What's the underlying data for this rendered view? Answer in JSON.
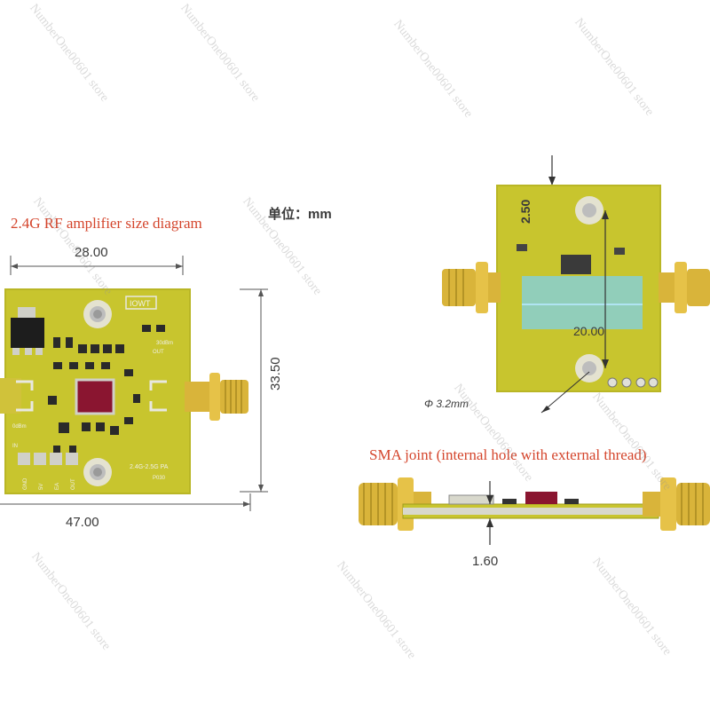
{
  "title": "2.4G RF amplifier size diagram",
  "unit_label": "单位：mm",
  "left_view": {
    "width_top": "28.00",
    "height_right": "33.50",
    "width_bottom": "47.00",
    "board_text": {
      "out_power": "30dBm",
      "out_label": "OUT",
      "in_power": "0dBm",
      "in_label": "IN",
      "model": "2.4G-2.5G PA",
      "part": "P030",
      "logo": "IOWT",
      "pins": [
        "GND",
        "5V",
        "EA",
        "OUT"
      ]
    }
  },
  "right_top_view": {
    "offset": "2.50",
    "spacing": "20.00",
    "hole": "Φ 3.2mm"
  },
  "right_side_view": {
    "label": "SMA joint (internal hole with external thread)",
    "thickness": "1.60"
  },
  "watermark": "NumberOne00601 store",
  "colors": {
    "pcb": "#c8c52e",
    "pcb_edge": "#b9b625",
    "sma_gold": "#d9b43a",
    "chip": "#8a1530",
    "highlight": "#7fd0ea",
    "title_red": "#d4452c"
  }
}
